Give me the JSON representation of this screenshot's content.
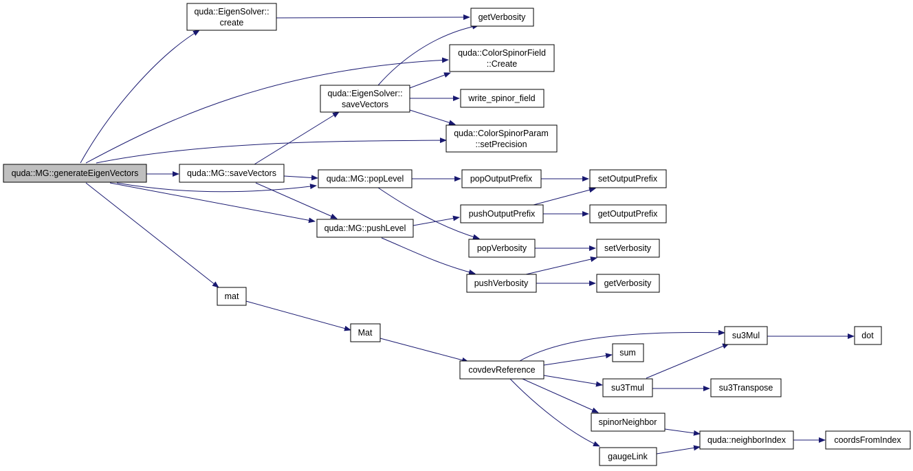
{
  "nodes": {
    "generateEigenVectors": [
      "quda::MG::generateEigenVectors"
    ],
    "eigCreate": [
      "quda::EigenSolver::",
      "create"
    ],
    "getVerbosityTop": [
      "getVerbosity"
    ],
    "csfCreate": [
      "quda::ColorSpinorField",
      "::Create"
    ],
    "eigSaveVectors": [
      "quda::EigenSolver::",
      "saveVectors"
    ],
    "writeSpinor": [
      "write_spinor_field"
    ],
    "setPrecision": [
      "quda::ColorSpinorParam",
      "::setPrecision"
    ],
    "mgSaveVectors": [
      "quda::MG::saveVectors"
    ],
    "popLevel": [
      "quda::MG::popLevel"
    ],
    "popOutputPrefix": [
      "popOutputPrefix"
    ],
    "setOutputPrefix": [
      "setOutputPrefix"
    ],
    "pushLevel": [
      "quda::MG::pushLevel"
    ],
    "pushOutputPrefix": [
      "pushOutputPrefix"
    ],
    "getOutputPrefix": [
      "getOutputPrefix"
    ],
    "popVerbosity": [
      "popVerbosity"
    ],
    "setVerbosity": [
      "setVerbosity"
    ],
    "pushVerbosity": [
      "pushVerbosity"
    ],
    "getVerbosityBottom": [
      "getVerbosity"
    ],
    "mat": [
      "mat"
    ],
    "Mat": [
      "Mat"
    ],
    "covdevReference": [
      "covdevReference"
    ],
    "su3Mul": [
      "su3Mul"
    ],
    "dot": [
      "dot"
    ],
    "sum": [
      "sum"
    ],
    "su3Tmul": [
      "su3Tmul"
    ],
    "su3Transpose": [
      "su3Transpose"
    ],
    "spinorNeighbor": [
      "spinorNeighbor"
    ],
    "neighborIndex": [
      "quda::neighborIndex"
    ],
    "coordsFromIndex": [
      "coordsFromIndex"
    ],
    "gaugeLink": [
      "gaugeLink"
    ]
  },
  "colors": {
    "edge": "#191970",
    "root_fill": "#bfbfbf",
    "node_border": "#000000"
  }
}
